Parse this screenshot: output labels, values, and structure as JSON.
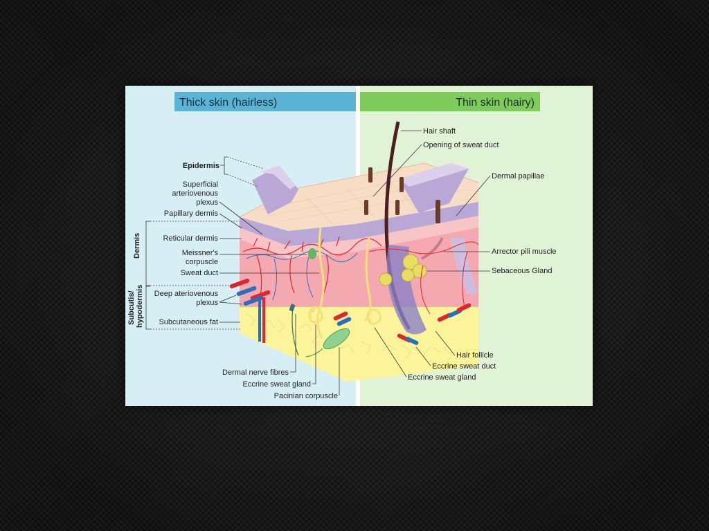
{
  "panels": {
    "left_title": "Thick skin (hairless)",
    "right_title": "Thin skin (hairy)"
  },
  "left_labels": {
    "epidermis": "Epidermis",
    "superficial_plexus": [
      "Superficial",
      "arteriovenous",
      "plexus"
    ],
    "papillary_dermis": "Papillary dermis",
    "reticular_dermis": "Reticular dermis",
    "meissner": [
      "Meissner's",
      "corpuscle"
    ],
    "sweat_duct": "Sweat duct",
    "deep_plexus": [
      "Deep ateriovenous",
      "plexus"
    ],
    "subcutaneous_fat": "Subcutaneous fat",
    "dermal_nerve": "Dermal nerve fibres",
    "eccrine_gland": "Eccrine sweat gland",
    "pacinian": "Pacinian corpuscle"
  },
  "bracket_labels": {
    "dermis": "Dermis",
    "subcutis_1": "Subcutis/",
    "subcutis_2": "hypodermis"
  },
  "right_labels": {
    "hair_shaft": "Hair shaft",
    "opening_duct": "Opening of sweat duct",
    "dermal_papillae": "Dermal papillae",
    "arrector": "Arrector pili muscle",
    "sebaceous": "Sebaceous Gland",
    "hair_follicle": "Hair follicle",
    "eccrine_duct": "Eccrine sweat duct",
    "eccrine_gland": "Eccrine sweat gland"
  },
  "colors": {
    "left_bg": "#d8eef5",
    "right_bg": "#e1f3d6",
    "left_header": "#5ab4d6",
    "right_header": "#7fcc5a",
    "fat": "#fbf49a",
    "dermis": "#f4a9b0",
    "epidermis_top": "#f7dcc6",
    "basal": "#b9a7d6",
    "artery": "#e0262c",
    "vein": "#2a6fbd"
  }
}
